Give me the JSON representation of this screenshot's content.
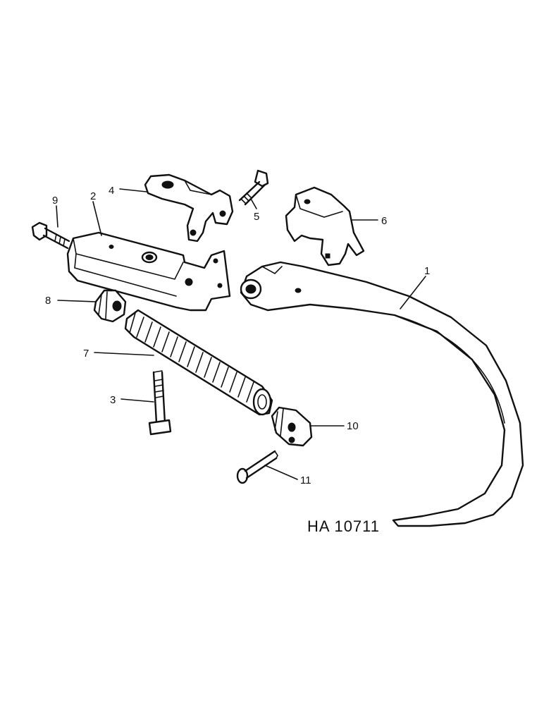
{
  "diagram": {
    "reference_code": "HA 10711",
    "callouts": [
      {
        "number": "1"
      },
      {
        "number": "2"
      },
      {
        "number": "3"
      },
      {
        "number": "4"
      },
      {
        "number": "5"
      },
      {
        "number": "6"
      },
      {
        "number": "7"
      },
      {
        "number": "8"
      },
      {
        "number": "9"
      },
      {
        "number": "10"
      },
      {
        "number": "11"
      }
    ]
  },
  "colors": {
    "ink": "#111111",
    "paper": "#ffffff"
  }
}
